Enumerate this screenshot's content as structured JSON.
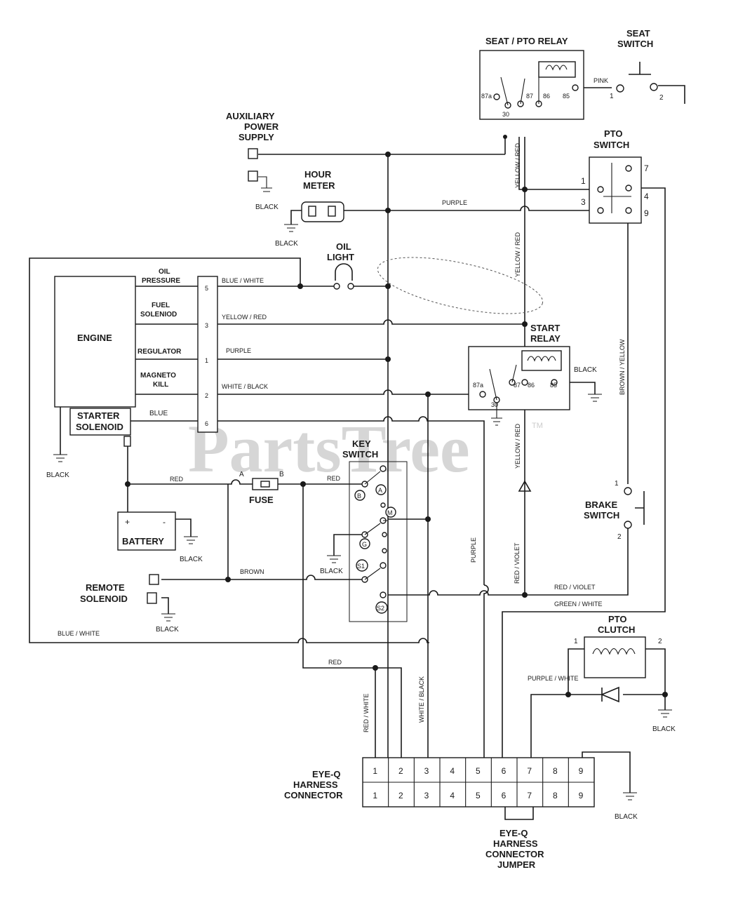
{
  "watermark": {
    "text": "PartsTree",
    "tm": "TM"
  },
  "components": {
    "seat_pto_relay": "SEAT / PTO RELAY",
    "seat_switch": [
      "SEAT",
      "SWITCH"
    ],
    "aux_power": [
      "AUXILIARY",
      "POWER",
      "SUPPLY"
    ],
    "pto_switch": [
      "PTO",
      "SWITCH"
    ],
    "hour_meter": [
      "HOUR",
      "METER"
    ],
    "oil_light": [
      "OIL",
      "LIGHT"
    ],
    "engine": "ENGINE",
    "start_relay": [
      "START",
      "RELAY"
    ],
    "starter_solenoid": [
      "STARTER",
      "SOLENOID"
    ],
    "key_switch": [
      "KEY",
      "SWITCH"
    ],
    "fuse": "FUSE",
    "battery": "BATTERY",
    "brake_switch": [
      "BRAKE",
      "SWITCH"
    ],
    "remote_solenoid": [
      "REMOTE",
      "SOLENOID"
    ],
    "pto_clutch": [
      "PTO",
      "CLUTCH"
    ],
    "eyeq_connector": [
      "EYE-Q",
      "HARNESS",
      "CONNECTOR"
    ],
    "eyeq_jumper": [
      "EYE-Q",
      "HARNESS",
      "CONNECTOR",
      "JUMPER"
    ]
  },
  "engine_terminals": {
    "oil_pressure": [
      "OIL",
      "PRESSURE"
    ],
    "fuel_solenoid": [
      "FUEL",
      "SOLENIOD"
    ],
    "regulator": "REGULATOR",
    "magneto_kill": [
      "MAGNETO",
      "KILL"
    ],
    "blue": "BLUE",
    "pins": [
      "5",
      "3",
      "1",
      "2",
      "6"
    ]
  },
  "wires": {
    "blue_white": "BLUE / WHITE",
    "yellow_red": "YELLOW / RED",
    "purple": "PURPLE",
    "white_black": "WHITE / BLACK",
    "red": "RED",
    "brown": "BROWN",
    "pink": "PINK",
    "black": "BLACK",
    "yellow_red_v": "YELLOW / RED",
    "brown_yellow": "BROWN / YELLOW",
    "red_violet": "RED / VIOLET",
    "green_white": "GREEN / WHITE",
    "red_white": "RED / WHITE",
    "purple_white": "PURPLE / WHITE"
  },
  "relay_pins": {
    "p87a": "87a",
    "p30": "30",
    "p87": "87",
    "p86": "86",
    "p85": "85"
  },
  "seat_switch_pins": [
    "1",
    "2"
  ],
  "pto_switch_pins": [
    "1",
    "3",
    "7",
    "4",
    "9"
  ],
  "brake_switch_pins": [
    "1",
    "2"
  ],
  "pto_clutch_pins": [
    "1",
    "2"
  ],
  "fuse_pins": [
    "A",
    "B"
  ],
  "key_switch_pins": [
    "A",
    "B",
    "M",
    "G",
    "S1",
    "S2"
  ],
  "battery_terms": [
    "+",
    "-"
  ],
  "eyeq_pins": [
    "1",
    "2",
    "3",
    "4",
    "5",
    "6",
    "7",
    "8",
    "9"
  ]
}
